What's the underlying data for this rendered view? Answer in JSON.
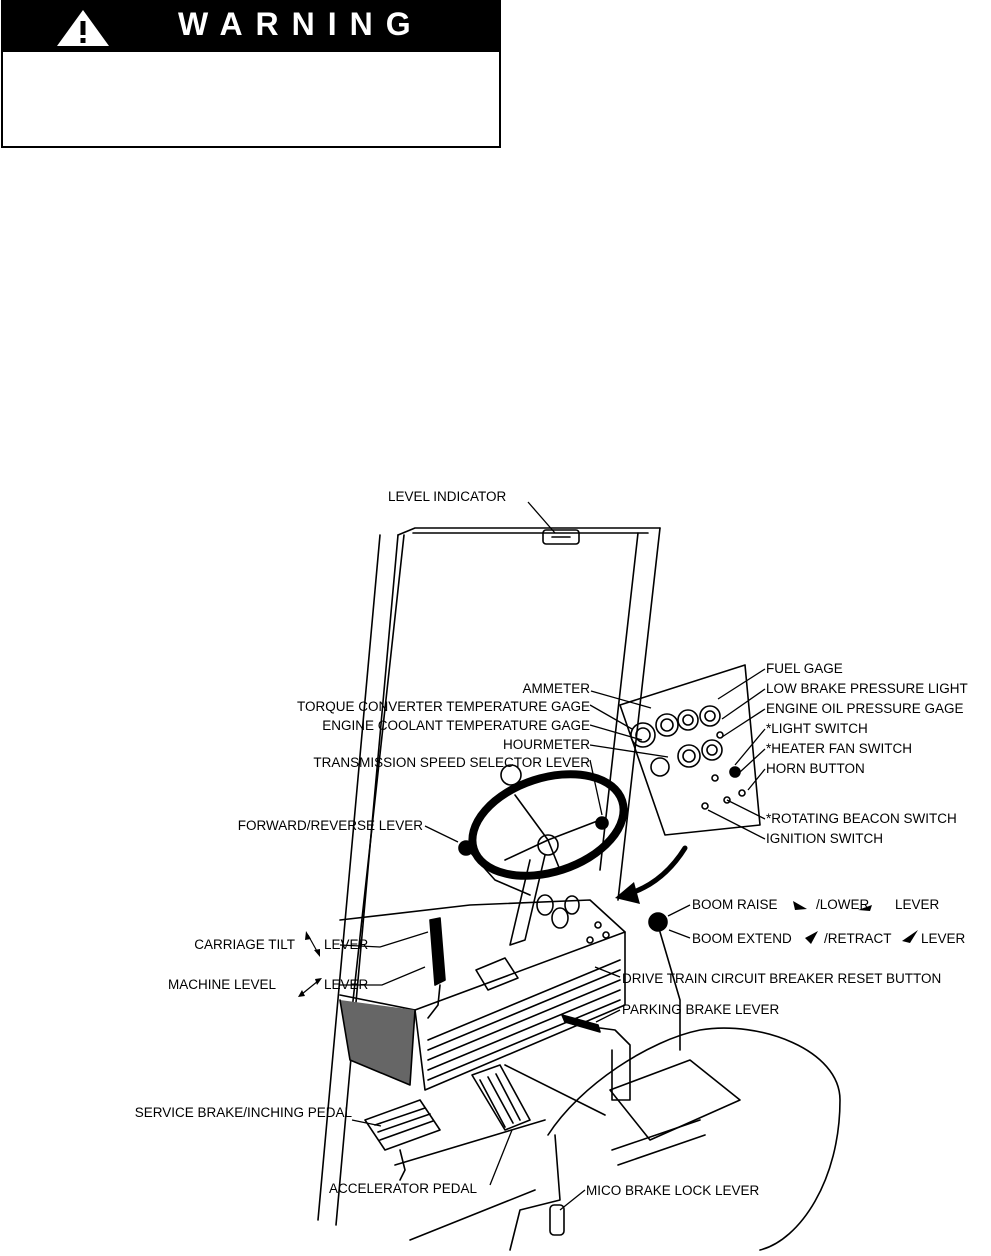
{
  "warning": {
    "title": "WARNING"
  },
  "labels": {
    "level_indicator": "LEVEL INDICATOR",
    "fuel_gage": "FUEL GAGE",
    "ammeter": "AMMETER",
    "low_brake_pressure_light": "LOW BRAKE PRESSURE LIGHT",
    "torque_converter_temperature_gage": "TORQUE CONVERTER TEMPERATURE GAGE",
    "engine_oil_pressure_gage": "ENGINE OIL PRESSURE GAGE",
    "engine_coolant_temperature_gage": "ENGINE COOLANT TEMPERATURE GAGE",
    "light_switch": "*LIGHT SWITCH",
    "hourmeter": "HOURMETER",
    "heater_fan_switch": "*HEATER FAN SWITCH",
    "transmission_speed_selector_lever": "TRANSMISSION SPEED SELECTOR LEVER",
    "horn_button": "HORN BUTTON",
    "rotating_beacon_switch": "*ROTATING BEACON SWITCH",
    "forward_reverse_lever": "FORWARD/REVERSE LEVER",
    "ignition_switch": "IGNITION SWITCH",
    "boom_raise": "BOOM RAISE",
    "boom_lower": "/LOWER",
    "boom_raise_lever": "LEVER",
    "boom_extend": "BOOM EXTEND",
    "boom_retract": "/RETRACT",
    "boom_extend_lever": "LEVER",
    "carriage_tilt": "CARRIAGE TILT",
    "carriage_tilt_lever": "LEVER",
    "machine_level": "MACHINE LEVEL",
    "machine_level_lever": "LEVER",
    "drive_train_circuit_breaker_reset_button": "DRIVE TRAIN CIRCUIT BREAKER RESET BUTTON",
    "parking_brake_lever": "PARKING BRAKE LEVER",
    "service_brake_inching_pedal": "SERVICE BRAKE/INCHING PEDAL",
    "accelerator_pedal": "ACCELERATOR PEDAL",
    "mico_brake_lock_lever": "MICO BRAKE LOCK LEVER"
  }
}
